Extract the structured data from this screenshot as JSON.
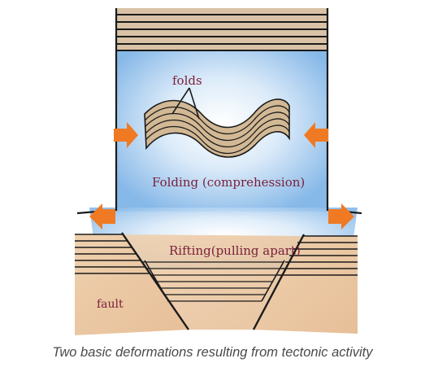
{
  "diagram": {
    "labels": {
      "folds": "folds",
      "folding": "Folding (comprehession)",
      "rifting": "Rifting(pulling apart)",
      "fault": "fault"
    }
  },
  "caption": "Two basic deformations resulting from tectonic activity",
  "colors": {
    "sky_inner": "#ffffff",
    "sky_outer": "#7fb3e6",
    "rock": "#ecc9a4",
    "fold_fill": "#d2b894",
    "arrow": "#f07a24",
    "label_text": "#7a1f3a",
    "outline": "#1b1b1b"
  }
}
